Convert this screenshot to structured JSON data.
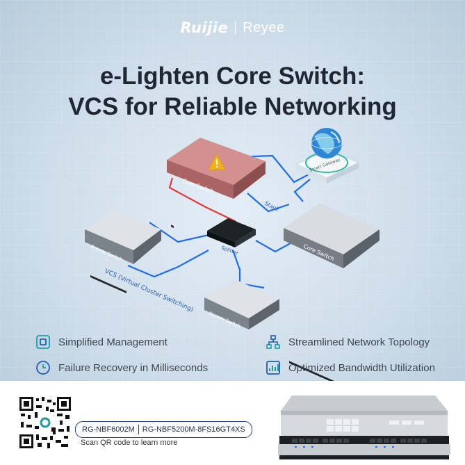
{
  "brand": {
    "primary": "Ruijie",
    "secondary": "Reyee"
  },
  "title": {
    "line1": "e-Lighten Core Switch:",
    "line2": "VCS for Reliable Networking"
  },
  "diagram": {
    "core_switch_top": "Core Switch",
    "stack": "Stack",
    "core_switch_right": "Core Switch",
    "splitter": "Splitter",
    "access_switch_left": "Access Switch",
    "access_switch_bottom": "Access Switch",
    "vcs": "VCS (Virtual Cluster Switching)",
    "router": "Smart Gateway",
    "warning_icon": "warning-triangle-icon",
    "globe_icon": "globe-icon"
  },
  "features": [
    {
      "label": "Simplified Management",
      "icon": "management-icon"
    },
    {
      "label": "Streamlined Network Topology",
      "icon": "topology-icon"
    },
    {
      "label": "Failure Recovery in Milliseconds",
      "icon": "clock-icon"
    },
    {
      "label": "Optimized Bandwidth Utilization",
      "icon": "bandwidth-icon"
    }
  ],
  "footer": {
    "model_a": "RG-NBF6002M",
    "model_b": "RG-NBF5200M-8FS16GT4XS",
    "scan_text": "Scan QR code to learn more"
  },
  "colors": {
    "link_blue": "#1e6cf0",
    "link_red": "#e23a3a",
    "title": "#202734",
    "accent": "#1f9aa8",
    "model_border": "#1f3e8a"
  }
}
